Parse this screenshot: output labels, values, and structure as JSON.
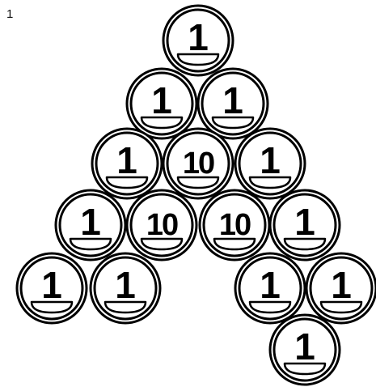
{
  "page_number": "1",
  "coins": [
    {
      "id": "r1-c1",
      "value": "1"
    },
    {
      "id": "r2-c1",
      "value": "1"
    },
    {
      "id": "r2-c2",
      "value": "1"
    },
    {
      "id": "r3-c1",
      "value": "1"
    },
    {
      "id": "r3-c2",
      "value": "10"
    },
    {
      "id": "r3-c3",
      "value": "1"
    },
    {
      "id": "r4-c1",
      "value": "1"
    },
    {
      "id": "r4-c2",
      "value": "10"
    },
    {
      "id": "r4-c3",
      "value": "10"
    },
    {
      "id": "r4-c4",
      "value": "1"
    },
    {
      "id": "r5-c1",
      "value": "1"
    },
    {
      "id": "r5-c2",
      "value": "1"
    },
    {
      "id": "r5-c3",
      "value": "1"
    },
    {
      "id": "r5-c4",
      "value": "1"
    },
    {
      "id": "r6-c1",
      "value": "1"
    }
  ]
}
